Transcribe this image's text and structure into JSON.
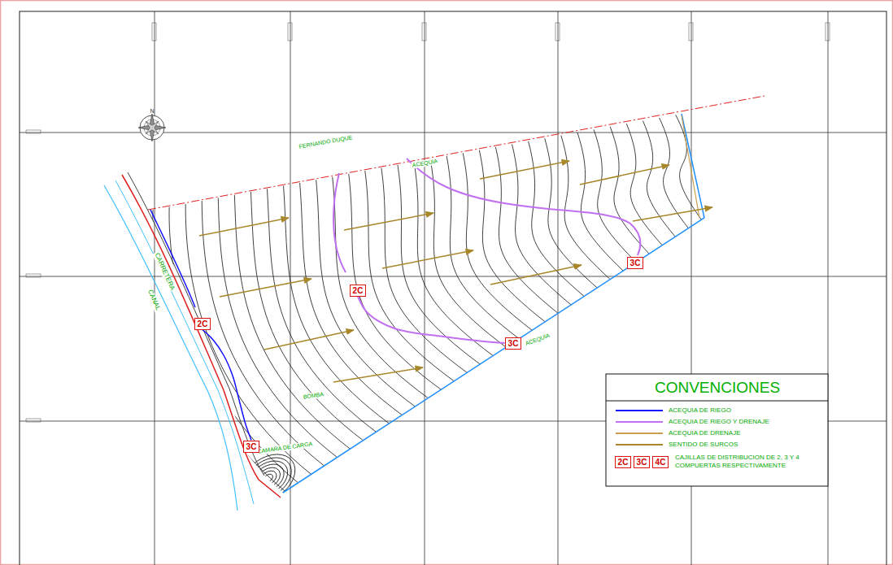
{
  "diagram": {
    "nodes": [
      {
        "text": [
          "3C"
        ]
      },
      {
        "text": [
          "2C"
        ]
      },
      {
        "text": [
          "2C"
        ]
      },
      {
        "text": [
          "3C"
        ]
      },
      {
        "text": [
          "3C"
        ]
      },
      {
        "text": [
          "2C"
        ]
      },
      {
        "text": [
          "3C"
        ]
      },
      {
        "text": [
          "4C"
        ]
      }
    ],
    "edges": [
      {
        "from": 4,
        "to": 2,
        "arrow": "none"
      },
      {
        "from": 1,
        "to": 3,
        "arrow": "none"
      }
    ],
    "labels": [
      "CONVENCIONES",
      "N",
      "FERNANDO DUQUE",
      "ACEQUIA",
      "ACEQUIA",
      "CARRETERA",
      "CANAL",
      "BOMBA",
      "CAMARA DE CARGA"
    ],
    "legend": [
      {
        "text": "ACEQUIA DE RIEGO"
      },
      {
        "text": "ACEQUIA DE RIEGO Y DRENAJE"
      },
      {
        "text": "ACEQUIA DE DRENAJE"
      },
      {
        "text": "SENTIDO DE SURCOS"
      },
      {
        "text": "CAJILLAS DE DISTRIBUCION DE 2, 3 Y 4 COMPUERTAS RESPECTIVAMENTE"
      }
    ]
  }
}
